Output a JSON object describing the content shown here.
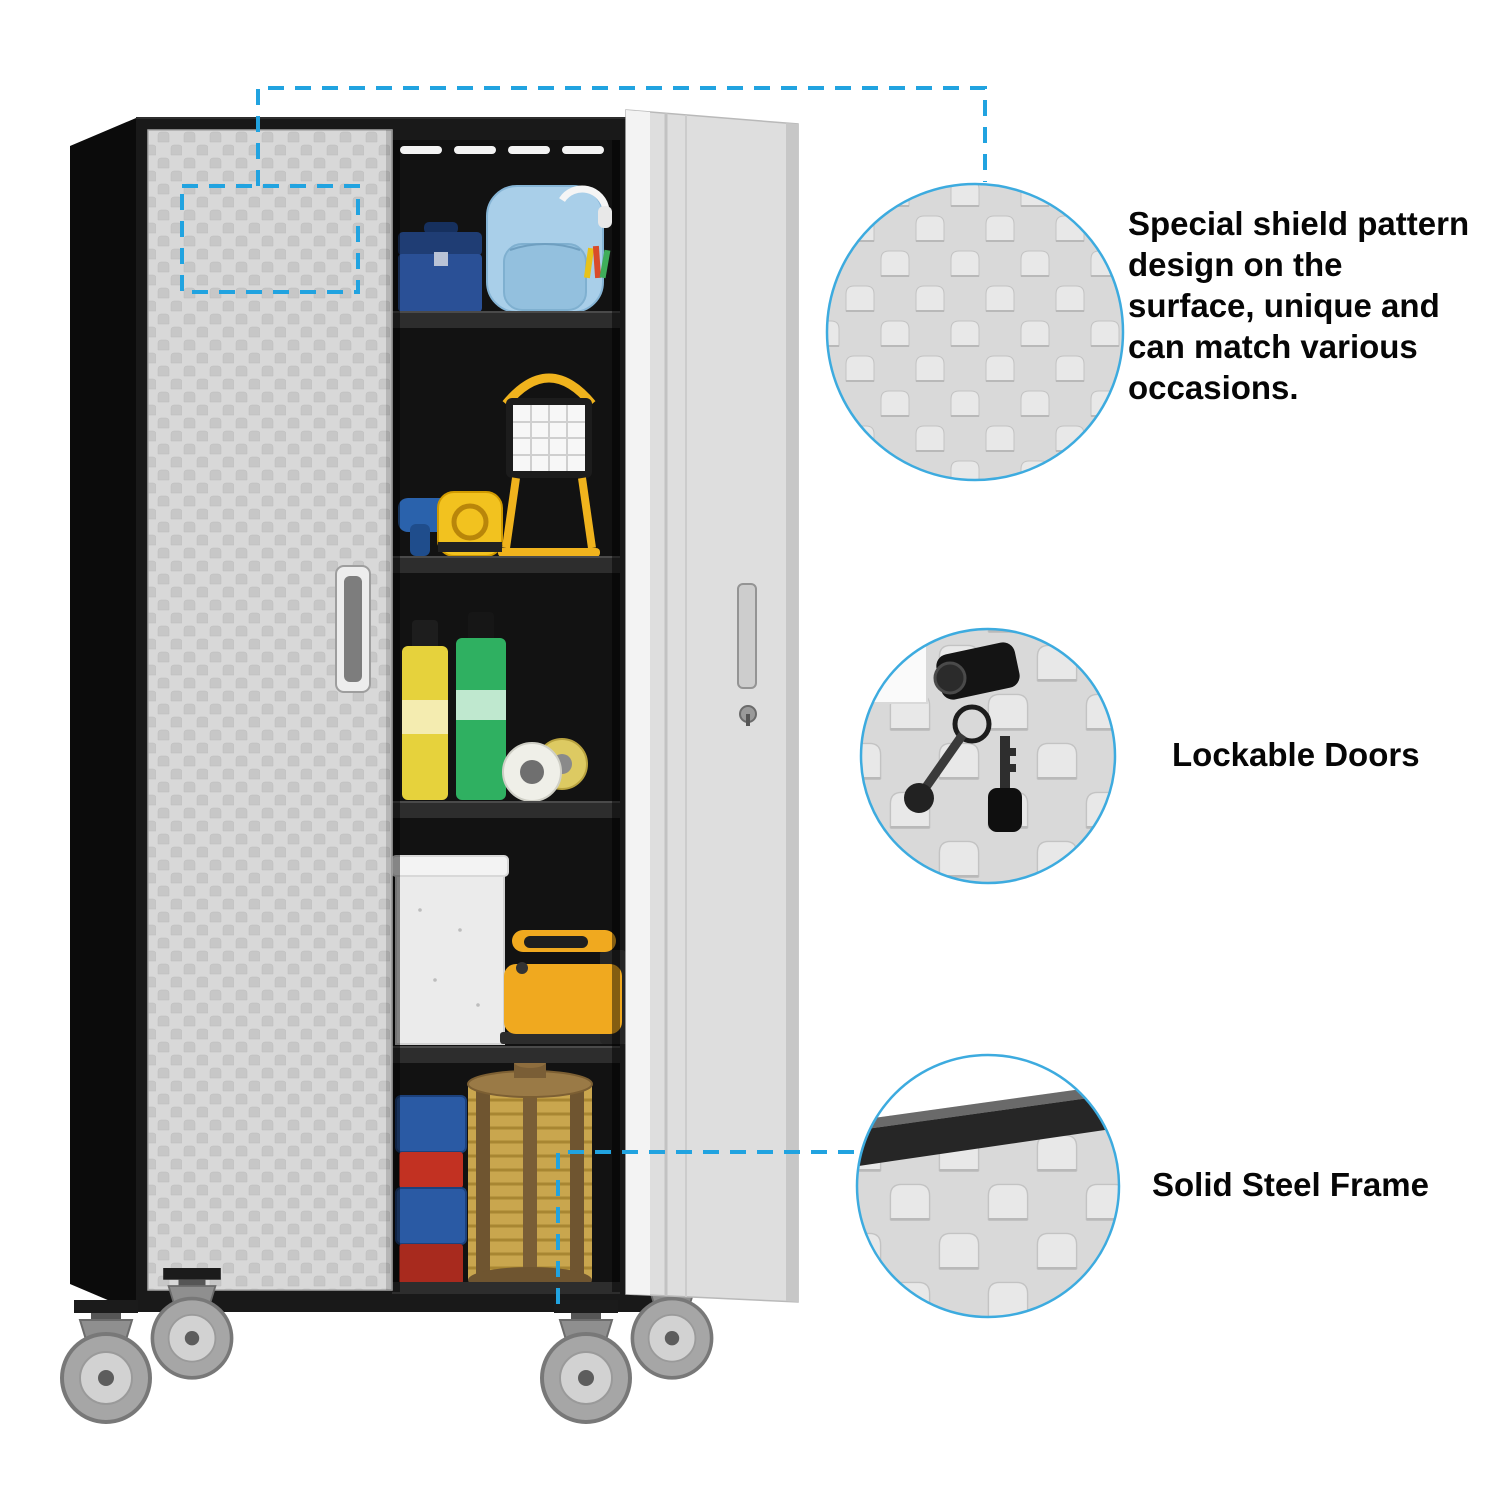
{
  "callouts": {
    "shield_pattern": "Special shield pattern\ndesign on the\nsurface, unique and\ncan match various\noccasions.",
    "lockable_doors": "Lockable Doors",
    "solid_steel_frame": "Solid Steel Frame"
  },
  "colors": {
    "accent_blue": "#21a3e0",
    "cabinet_black": "#191919",
    "door_gray": "#d8d8d8"
  },
  "icons": {
    "lock": "lock-icon",
    "keys": "keys-icon",
    "caster": "caster-wheel-icon"
  }
}
